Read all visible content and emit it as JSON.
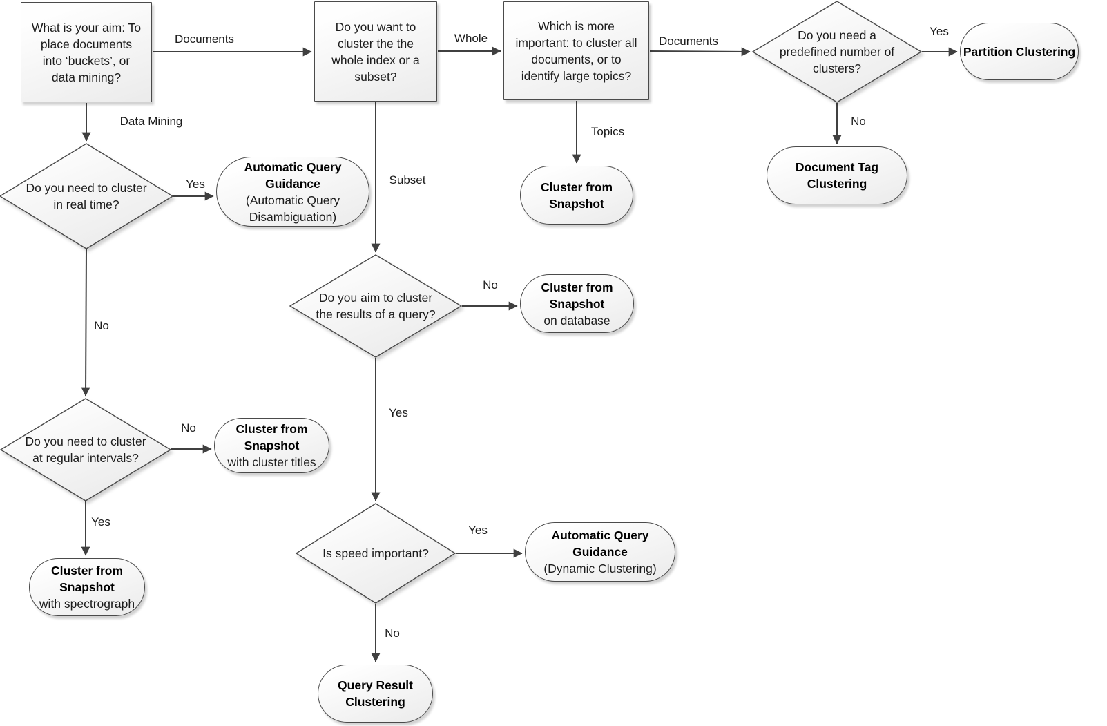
{
  "nodes": {
    "aim": {
      "type": "question-rect",
      "lines": [
        "What is your aim: To",
        "place documents",
        "into ‘buckets’, or",
        "data mining?"
      ]
    },
    "scope": {
      "type": "question-rect",
      "lines": [
        "Do you want to",
        "cluster the the",
        "whole index or a",
        "subset?"
      ]
    },
    "importance": {
      "type": "question-rect",
      "lines": [
        "Which is more",
        "important: to cluster all",
        "documents, or to",
        "identify large topics?"
      ]
    },
    "predefined": {
      "type": "decision-diamond",
      "lines": [
        "Do you need a",
        "predefined number of",
        "clusters?"
      ]
    },
    "realtime": {
      "type": "decision-diamond",
      "lines": [
        "Do you need to cluster",
        "in real time?"
      ]
    },
    "intervals": {
      "type": "decision-diamond",
      "lines": [
        "Do you need to cluster",
        "at regular intervals?"
      ]
    },
    "query": {
      "type": "decision-diamond",
      "lines": [
        "Do you aim to cluster",
        "the results of a query?"
      ]
    },
    "speed": {
      "type": "decision-diamond",
      "lines": [
        "Is speed important?"
      ]
    },
    "partition": {
      "type": "result",
      "bold_lines": [
        "Partition Clustering"
      ],
      "sub_lines": []
    },
    "doctag": {
      "type": "result",
      "bold_lines": [
        "Document Tag",
        "Clustering"
      ],
      "sub_lines": []
    },
    "snapshot_topics": {
      "type": "result",
      "bold_lines": [
        "Cluster from",
        "Snapshot"
      ],
      "sub_lines": []
    },
    "aqg_disambiguation": {
      "type": "result",
      "bold_lines": [
        "Automatic Query",
        "Guidance"
      ],
      "sub_lines": [
        "(Automatic Query",
        "Disambiguation)"
      ]
    },
    "snapshot_database": {
      "type": "result",
      "bold_lines": [
        "Cluster from",
        "Snapshot"
      ],
      "sub_lines": [
        "on database"
      ]
    },
    "snapshot_titles": {
      "type": "result",
      "bold_lines": [
        "Cluster from",
        "Snapshot"
      ],
      "sub_lines": [
        "with cluster titles"
      ]
    },
    "snapshot_spectrograph": {
      "type": "result",
      "bold_lines": [
        "Cluster from",
        "Snapshot"
      ],
      "sub_lines": [
        "with spectrograph"
      ]
    },
    "aqg_dynamic": {
      "type": "result",
      "bold_lines": [
        "Automatic Query",
        "Guidance"
      ],
      "sub_lines": [
        "(Dynamic Clustering)"
      ]
    },
    "query_result": {
      "type": "result",
      "bold_lines": [
        "Query Result",
        "Clustering"
      ],
      "sub_lines": []
    }
  },
  "edges": {
    "documents1": {
      "label": "Documents"
    },
    "data_mining": {
      "label": "Data Mining"
    },
    "whole": {
      "label": "Whole"
    },
    "subset": {
      "label": "Subset"
    },
    "documents2": {
      "label": "Documents"
    },
    "topics": {
      "label": "Topics"
    },
    "predefined_yes": {
      "label": "Yes"
    },
    "predefined_no": {
      "label": "No"
    },
    "realtime_yes": {
      "label": "Yes"
    },
    "realtime_no": {
      "label": "No"
    },
    "intervals_no": {
      "label": "No"
    },
    "intervals_yes": {
      "label": "Yes"
    },
    "query_no": {
      "label": "No"
    },
    "query_yes": {
      "label": "Yes"
    },
    "speed_yes": {
      "label": "Yes"
    },
    "speed_no": {
      "label": "No"
    }
  },
  "colors": {
    "line": "#404040",
    "shape_border": "#4a4a4a",
    "shape_fill_top": "#fefefe",
    "shape_fill_bottom": "#ebebeb",
    "text": "#1c1c1c"
  }
}
